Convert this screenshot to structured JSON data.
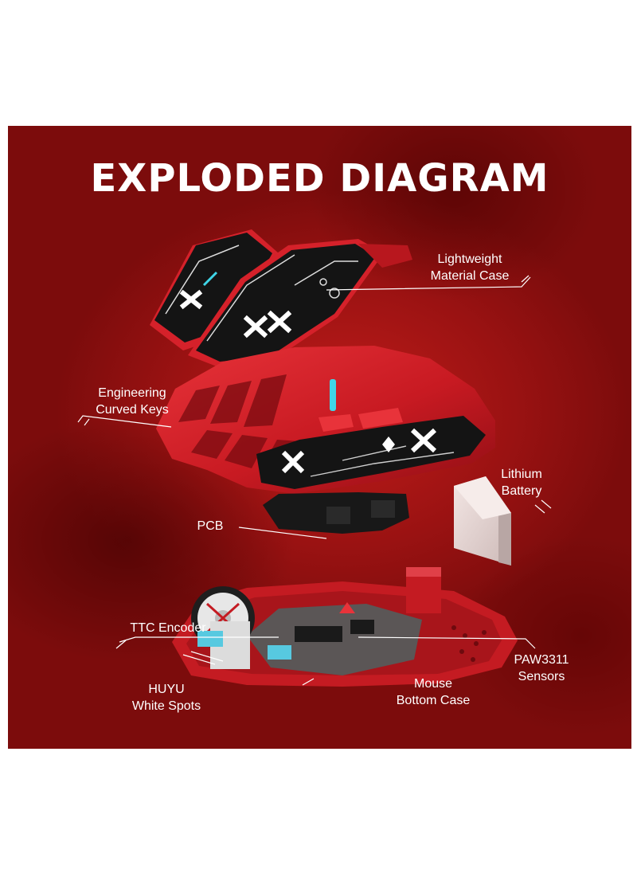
{
  "title": "EXPLODED DIAGRAM",
  "labels": {
    "lightweight_case": [
      "Lightweight",
      "Material Case"
    ],
    "curved_keys": [
      "Engineering",
      "Curved Keys"
    ],
    "battery": [
      "Lithium",
      "Battery"
    ],
    "pcb": [
      "PCB"
    ],
    "ttc_encoder": [
      "TTC Encoder"
    ],
    "paw3311": [
      "PAW3311",
      "Sensors"
    ],
    "huyu": [
      "HUYU",
      "White Spots"
    ],
    "bottom_case": [
      "Mouse",
      "Bottom Case"
    ]
  },
  "colors": {
    "background": "#a81414",
    "shell_red": "#d5212a",
    "skin_black": "#141414",
    "accent_cyan": "#3fd6e8",
    "battery": "#e6d8d6"
  }
}
